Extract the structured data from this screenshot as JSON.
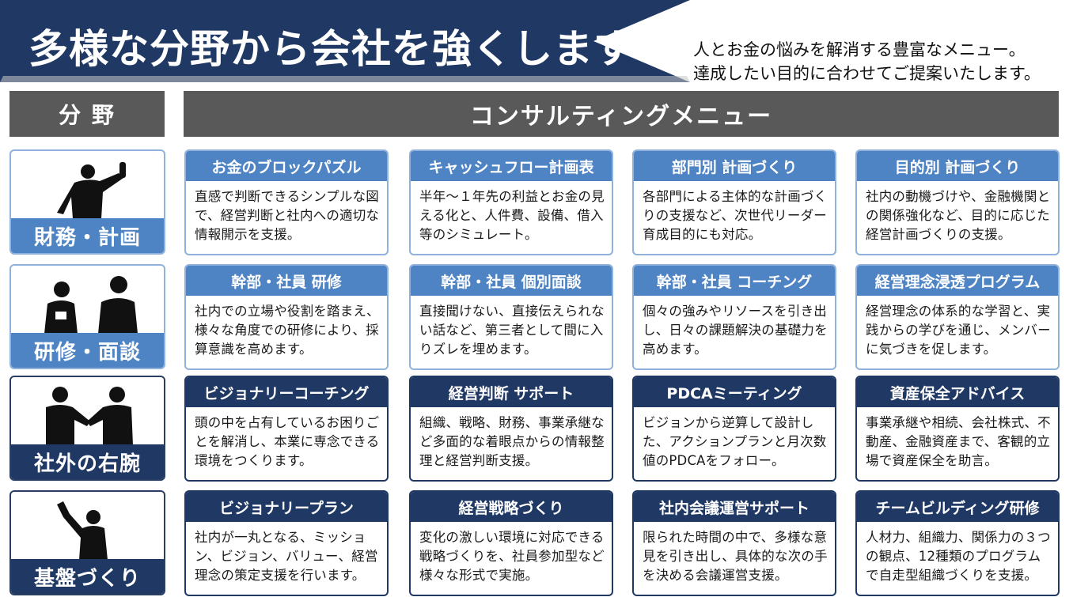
{
  "banner": {
    "title": "多様な分野から会社を強くします",
    "subtitle_line1": "人とお金の悩みを解消する豊富なメニュー。",
    "subtitle_line2": "達成したい目的に合わせてご提案いたします。"
  },
  "headers": {
    "field": "分 野",
    "menu": "コンサルティングメニュー"
  },
  "colors": {
    "navy": "#1f3864",
    "light_blue": "#4e84c4",
    "header_gray": "#595959"
  },
  "categories": [
    {
      "label": "財務・計画",
      "icon": "victory-businessman-icon",
      "cards": [
        {
          "title": "お金のブロックパズル",
          "body": "直感で判断できるシンプルな図で、経営判断と社内への適切な情報開示を支援。"
        },
        {
          "title": "キャッシュフロー計画表",
          "body": "半年～１年先の利益とお金の見える化と、人件費、設備、借入等のシミュレート。"
        },
        {
          "title": "部門別 計画づくり",
          "body": "各部門による主体的な計画づくりの支援など、次世代リーダー育成目的にも対応。"
        },
        {
          "title": "目的別 計画づくり",
          "body": "社内の動機づけや、金融機関との関係強化など、目的に応じた経営計画づくりの支援。"
        }
      ]
    },
    {
      "label": "研修・面談",
      "icon": "two-people-meeting-icon",
      "cards": [
        {
          "title": "幹部・社員 研修",
          "body": "社内での立場や役割を踏まえ、様々な角度での研修により、採算意識を高めます。"
        },
        {
          "title": "幹部・社員 個別面談",
          "body": "直接聞けない、直接伝えられない話など、第三者として間に入りズレを埋めます。"
        },
        {
          "title": "幹部・社員 コーチング",
          "body": "個々の強みやリソースを引き出し、日々の課題解決の基礎力を高めます。"
        },
        {
          "title": "経営理念浸透プログラム",
          "body": "経営理念の体系的な学習と、実践からの学びを通じ、メンバーに気づきを促します。"
        }
      ]
    },
    {
      "label": "社外の右腕",
      "icon": "handshake-icon",
      "cards": [
        {
          "title": "ビジョナリーコーチング",
          "body": "頭の中を占有しているお困りごとを解消し、本業に専念できる環境をつくります。"
        },
        {
          "title": "経営判断 サポート",
          "body": "組織、戦略、財務、事業承継など多面的な着眼点からの情報整理と経営判断支援。"
        },
        {
          "title": "PDCAミーティング",
          "body": "ビジョンから逆算して設計した、アクションプランと月次数値のPDCAをフォロー。"
        },
        {
          "title": "資産保全アドバイス",
          "body": "事業承継や相続、会社株式、不動産、金融資産まで、客観的立場で資産保全を助言。"
        }
      ]
    },
    {
      "label": "基盤づくり",
      "icon": "raised-fist-leader-icon",
      "cards": [
        {
          "title": "ビジョナリープラン",
          "body": "社内が一丸となる、ミッション、ビジョン、バリュー、経営理念の策定支援を行います。"
        },
        {
          "title": "経営戦略づくり",
          "body": "変化の激しい環境に対応できる戦略づくりを、社員参加型など様々な形式で実施。"
        },
        {
          "title": "社内会議運営サポート",
          "body": "限られた時間の中で、多様な意見を引き出し、具体的な次の手を決める会議運営支援。"
        },
        {
          "title": "チームビルディング研修",
          "body": "人材力、組織力、関係力の３つの観点、12種類のプログラムで自走型組織づくりを支援。"
        }
      ]
    }
  ]
}
